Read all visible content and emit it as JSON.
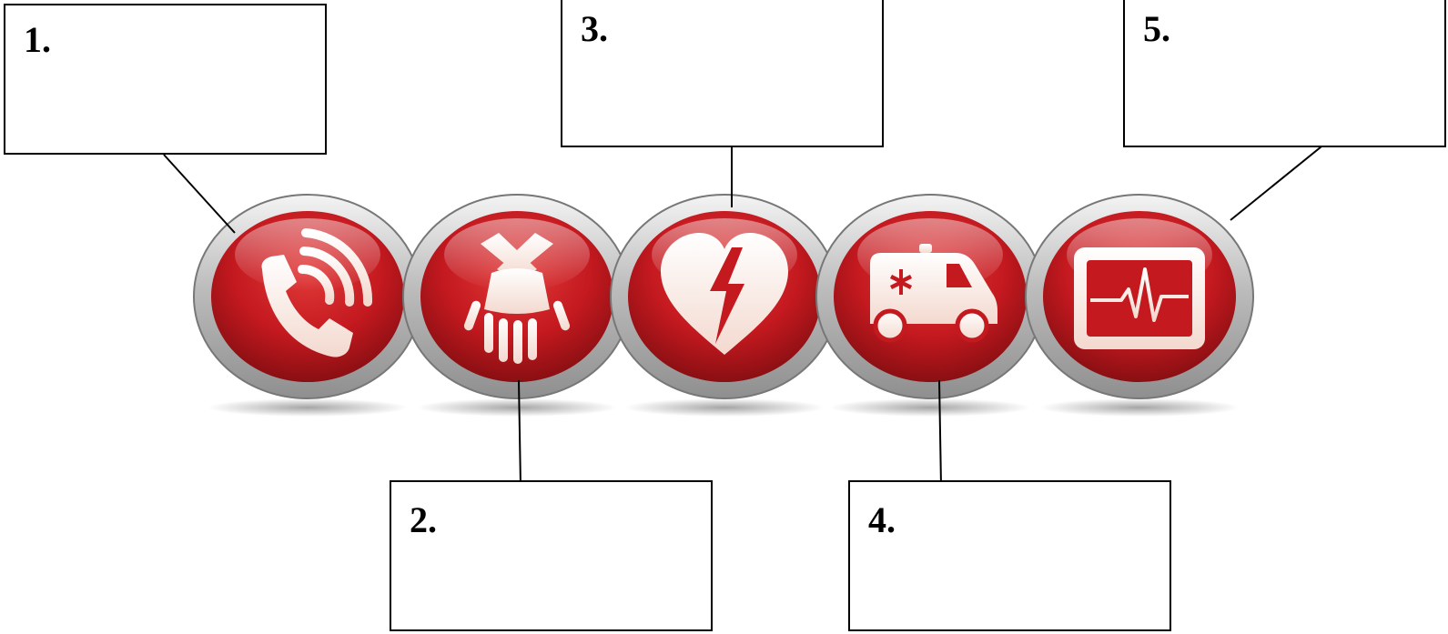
{
  "colors": {
    "button_red": "#c3191f",
    "button_dark_red": "#7e0d10",
    "ring_silver": "#d9d9d9",
    "icon_white": "#fff4ee",
    "line": "#000000"
  },
  "chain_of_survival": [
    {
      "number": "1.",
      "icon": "phone-call-icon"
    },
    {
      "number": "2.",
      "icon": "cpr-hands-icon"
    },
    {
      "number": "3.",
      "icon": "aed-heart-icon"
    },
    {
      "number": "4.",
      "icon": "ambulance-icon"
    },
    {
      "number": "5.",
      "icon": "heart-monitor-icon"
    }
  ]
}
